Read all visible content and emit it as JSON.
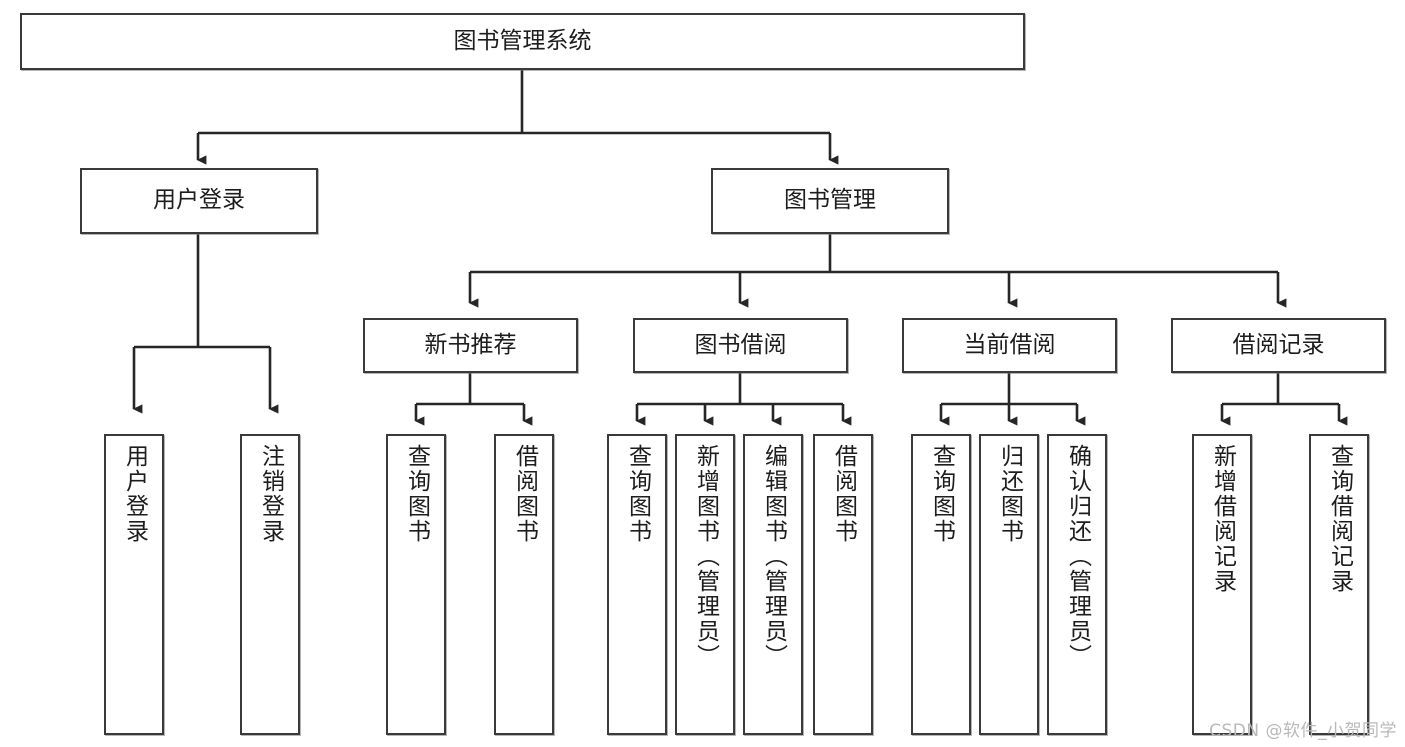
{
  "diagram": {
    "type": "tree-hierarchy",
    "title": "图书管理系统",
    "root": {
      "label": "图书管理系统"
    },
    "level2": [
      {
        "id": "user-login",
        "label": "用户登录"
      },
      {
        "id": "book-manage",
        "label": "图书管理"
      }
    ],
    "level3": [
      {
        "id": "new-book-recommend",
        "label": "新书推荐",
        "parent": "book-manage"
      },
      {
        "id": "book-borrow",
        "label": "图书借阅",
        "parent": "book-manage"
      },
      {
        "id": "current-borrow",
        "label": "当前借阅",
        "parent": "book-manage"
      },
      {
        "id": "borrow-record",
        "label": "借阅记录",
        "parent": "book-manage"
      }
    ],
    "leaves": [
      {
        "id": "leaf-user-login",
        "label": "用户登录",
        "parent": "user-login"
      },
      {
        "id": "leaf-user-logout",
        "label": "注销登录",
        "parent": "user-login"
      },
      {
        "id": "leaf-query-book-1",
        "label": "查询图书",
        "parent": "new-book-recommend"
      },
      {
        "id": "leaf-borrow-book-1",
        "label": "借阅图书",
        "parent": "new-book-recommend"
      },
      {
        "id": "leaf-query-book-2",
        "label": "查询图书",
        "parent": "book-borrow"
      },
      {
        "id": "leaf-add-book",
        "label": "新增图书（管理员）",
        "parent": "book-borrow"
      },
      {
        "id": "leaf-edit-book",
        "label": "编辑图书（管理员）",
        "parent": "book-borrow"
      },
      {
        "id": "leaf-borrow-book-2",
        "label": "借阅图书",
        "parent": "book-borrow"
      },
      {
        "id": "leaf-query-book-3",
        "label": "查询图书",
        "parent": "current-borrow"
      },
      {
        "id": "leaf-return-book",
        "label": "归还图书",
        "parent": "current-borrow"
      },
      {
        "id": "leaf-confirm-return",
        "label": "确认归还（管理员）",
        "parent": "current-borrow"
      },
      {
        "id": "leaf-add-record",
        "label": "新增借阅记录",
        "parent": "borrow-record"
      },
      {
        "id": "leaf-query-record",
        "label": "查询借阅记录",
        "parent": "borrow-record"
      }
    ],
    "colors": {
      "box_border": "#3a3a3a",
      "box_fill": "#ffffff",
      "connector": "#262626",
      "text": "#1d1d1d",
      "watermark": "#b9b9b9"
    }
  },
  "watermark": {
    "text": "CSDN @软件_小贺同学"
  }
}
